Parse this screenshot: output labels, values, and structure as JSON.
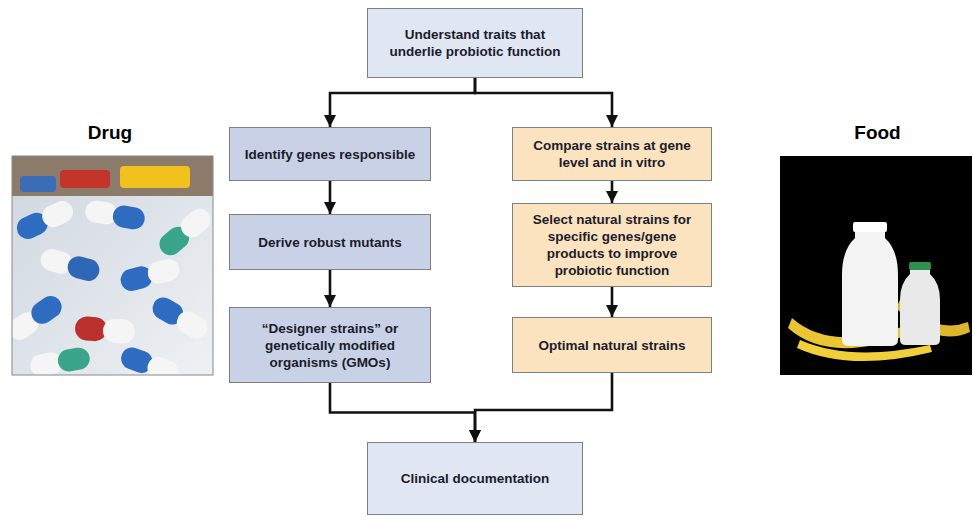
{
  "diagram": {
    "nodes": [
      {
        "text": [
          "Understand traits that underlie probiotic function"
        ]
      },
      {
        "text": [
          "Identify genes responsible"
        ]
      },
      {
        "text": [
          "Compare strains at gene level and in vitro"
        ]
      },
      {
        "text": [
          "Derive robust mutants"
        ]
      },
      {
        "text": [
          "Select natural strains for specific genes/gene products to improve probiotic function"
        ]
      },
      {
        "text": [
          "“Designer strains” or genetically modified organisms (GMOs)"
        ]
      },
      {
        "text": [
          "Optimal natural strains"
        ]
      },
      {
        "text": [
          "Clinical documentation"
        ]
      }
    ],
    "edges": [
      {
        "from": 0,
        "to": 1,
        "arrow": "to"
      },
      {
        "from": 0,
        "to": 2,
        "arrow": "to"
      },
      {
        "from": 1,
        "to": 3,
        "arrow": "to"
      },
      {
        "from": 3,
        "to": 5,
        "arrow": "to"
      },
      {
        "from": 2,
        "to": 4,
        "arrow": "to"
      },
      {
        "from": 4,
        "to": 6,
        "arrow": "to"
      },
      {
        "from": 5,
        "to": 7,
        "arrow": "to"
      },
      {
        "from": 6,
        "to": 7,
        "arrow": "to"
      }
    ],
    "labels": [
      "Drug",
      "Food"
    ]
  }
}
